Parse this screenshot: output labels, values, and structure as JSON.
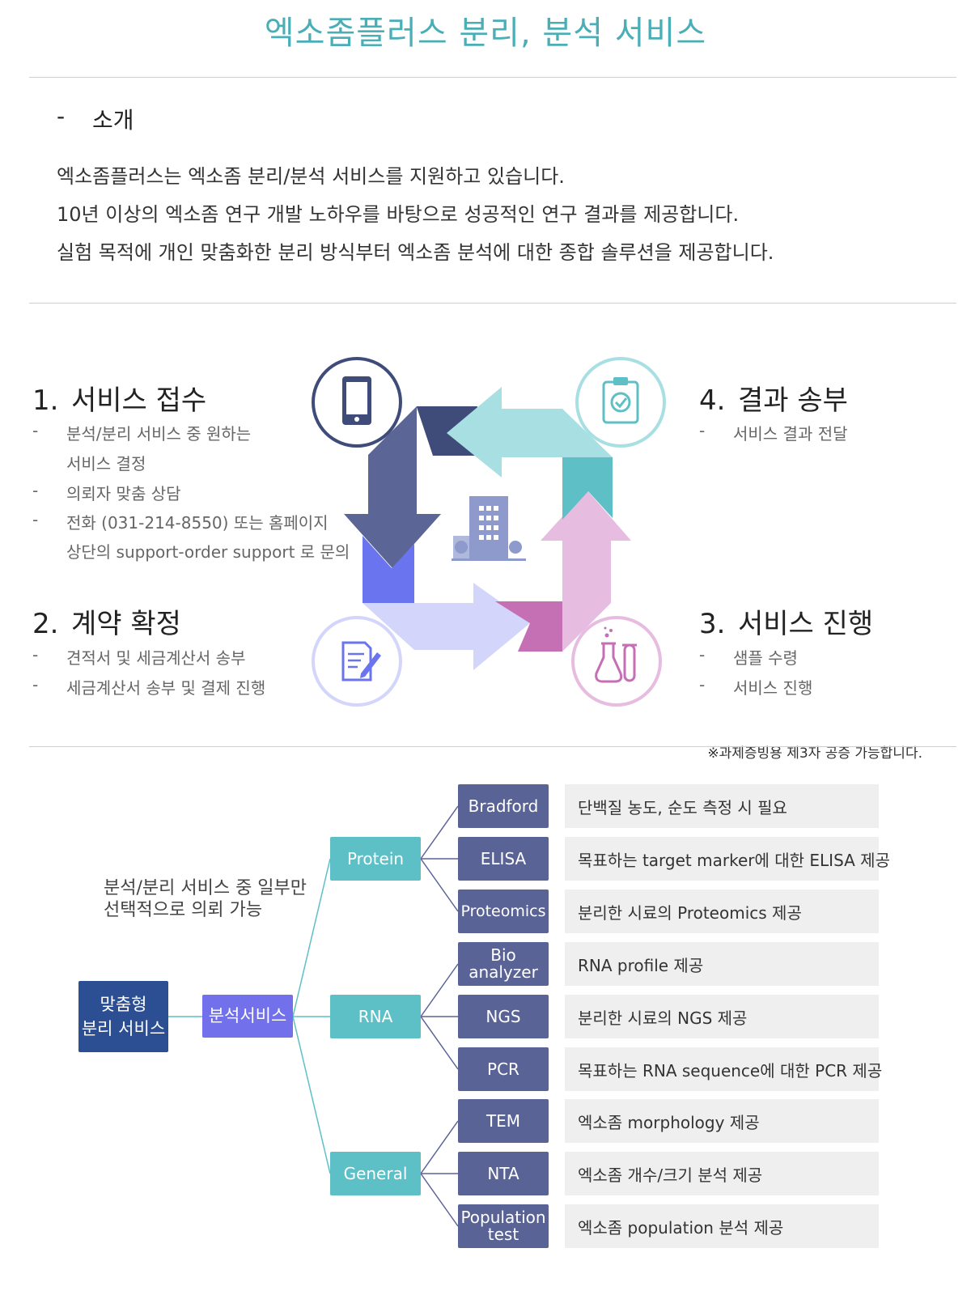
{
  "title": "엑소좀플러스 분리, 분석 서비스",
  "intro": {
    "dash": "-",
    "heading": "소개",
    "lines": [
      "엑소좀플러스는 엑소좀 분리/분석 서비스를 지원하고 있습니다.",
      "10년 이상의 엑소좀 연구 개발 노하우를 바탕으로 성공적인 연구 결과를 제공합니다.",
      "실험 목적에 개인 맞춤화한 분리 방식부터 엑소좀 분석에 대한 종합 솔루션을 제공합니다."
    ]
  },
  "process": {
    "steps": [
      {
        "num": "1.",
        "title": "서비스 접수",
        "items": [
          {
            "dash": "-",
            "text": "분석/분리 서비스 중 원하는"
          },
          {
            "dash": "",
            "text": "서비스 결정"
          },
          {
            "dash": "-",
            "text": "의뢰자 맞춤 상담"
          },
          {
            "dash": "-",
            "text": "전화 (031-214-8550) 또는 홈페이지"
          },
          {
            "dash": "",
            "text": "상단의 support-order support 로 문의"
          }
        ]
      },
      {
        "num": "2.",
        "title": "계약 확정",
        "items": [
          {
            "dash": "-",
            "text": "견적서 및 세금계산서 송부"
          },
          {
            "dash": "-",
            "text": "세금계산서 송부 및 결제 진행"
          }
        ]
      },
      {
        "num": "3.",
        "title": "서비스 진행",
        "items": [
          {
            "dash": "-",
            "text": "샘플 수령"
          },
          {
            "dash": "-",
            "text": "서비스 진행"
          }
        ]
      },
      {
        "num": "4.",
        "title": "결과 송부",
        "items": [
          {
            "dash": "-",
            "text": "서비스 결과 전달"
          }
        ]
      }
    ],
    "icons": [
      "mobile-phone-icon",
      "document-edit-icon",
      "lab-flask-icon",
      "clipboard-check-icon",
      "building-icon"
    ],
    "colors": {
      "navy": "#3f4c7a",
      "slate": "#5b6596",
      "blue": "#6a74ee",
      "lavender": "#d3d6fa",
      "magenta": "#c56fb5",
      "pink": "#e6bde0",
      "teal": "#5ec0c6",
      "mint": "#a8dfe2"
    },
    "note": "※과제증빙용 제3자 공증 가능합니다."
  },
  "tree": {
    "main": [
      "맞춤형",
      "분리 서비스"
    ],
    "service": "분석서비스",
    "selectable_note": [
      "분석/분리 서비스 중 일부만",
      "선택적으로 의뢰 가능"
    ],
    "categories": [
      {
        "label": "Protein",
        "methods": [
          {
            "label": [
              "Bradford"
            ],
            "desc": "단백질 농도, 순도 측정 시 필요"
          },
          {
            "label": [
              "ELISA"
            ],
            "desc": "목표하는 target marker에 대한 ELISA 제공"
          },
          {
            "label": [
              "Proteomics"
            ],
            "desc": "분리한 시료의 Proteomics 제공"
          }
        ]
      },
      {
        "label": "RNA",
        "methods": [
          {
            "label": [
              "Bio",
              "analyzer"
            ],
            "desc": "RNA profile 제공"
          },
          {
            "label": [
              "NGS"
            ],
            "desc": "분리한 시료의 NGS 제공"
          },
          {
            "label": [
              "PCR"
            ],
            "desc": "목표하는 RNA sequence에 대한 PCR 제공"
          }
        ]
      },
      {
        "label": "General",
        "methods": [
          {
            "label": [
              "TEM"
            ],
            "desc": "엑소좀 morphology 제공"
          },
          {
            "label": [
              "NTA"
            ],
            "desc": "엑소좀 개수/크기 분석 제공"
          },
          {
            "label": [
              "Population",
              "test"
            ],
            "desc": "엑소좀 population 분석 제공"
          }
        ]
      }
    ]
  }
}
